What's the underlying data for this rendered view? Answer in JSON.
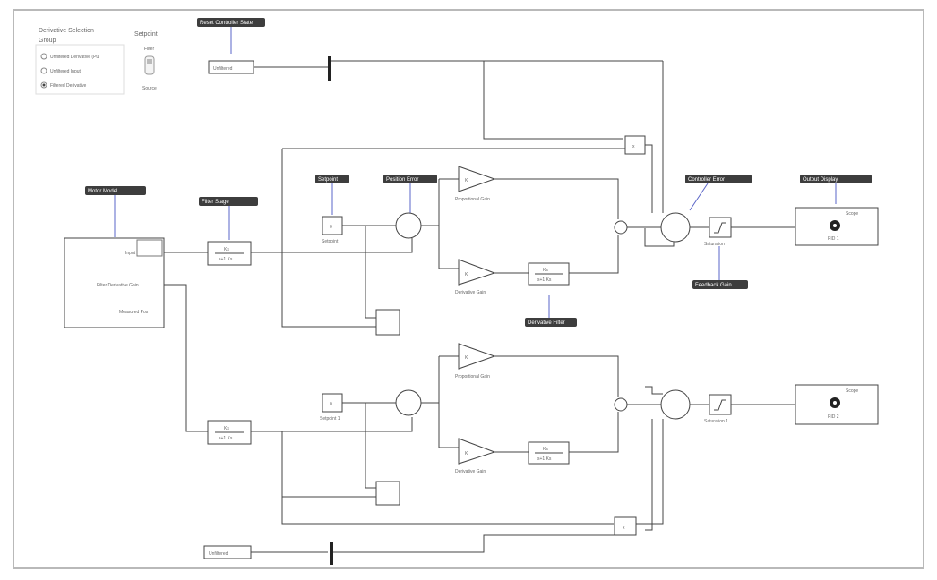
{
  "panel": {
    "title": "Derivative Selection",
    "group": "Group",
    "radio_options": [
      "Unfiltered Derivative (Pu",
      "Unfiltered Input",
      "Filtered Derivative"
    ],
    "selected_index": 2
  },
  "switch": {
    "title": "Setpoint",
    "top_label": "Filter",
    "bottom_label": "Source"
  },
  "tags": {
    "reset_controller_tag": "Reset Controller State",
    "motor_model_tag": "Motor Model",
    "filter_tag": "Filter Stage",
    "setpoint_tag": "Setpoint",
    "gain_tag": "Position Error",
    "controller_tag": "Controller Error",
    "output_tag": "Output Display",
    "derivative_tag": "Derivative Filter",
    "feedback_tag": "Feedback Gain"
  },
  "blocks": {
    "reset_top": "Unfiltered",
    "reset_bottom": "Unfiltered",
    "plant_ports": [
      "Input",
      "Filter Derivative Gain",
      "Measured Pos"
    ],
    "tf_num": "Ks",
    "tf_den": "s+1 Ks",
    "const_val": "0",
    "prop_gain_label": "Proportional Gain",
    "der_gain_label": "Derivative Gain",
    "gain_k": "K",
    "scope_caption_top": "PID 1",
    "scope_caption_bottom": "PID 2",
    "scope_tag": "Scope",
    "sat_label": "Saturation",
    "sat_label_2": "Saturation 1",
    "setpoint_label_top": "Setpoint",
    "setpoint_label_bottom": "Setpoint 1",
    "mux_symbol": "x"
  },
  "colors": {
    "line": "#444444",
    "tag_bg": "#3d3d3d",
    "frame": "#b9b9b9",
    "accent_blue": "#5a64c8"
  }
}
